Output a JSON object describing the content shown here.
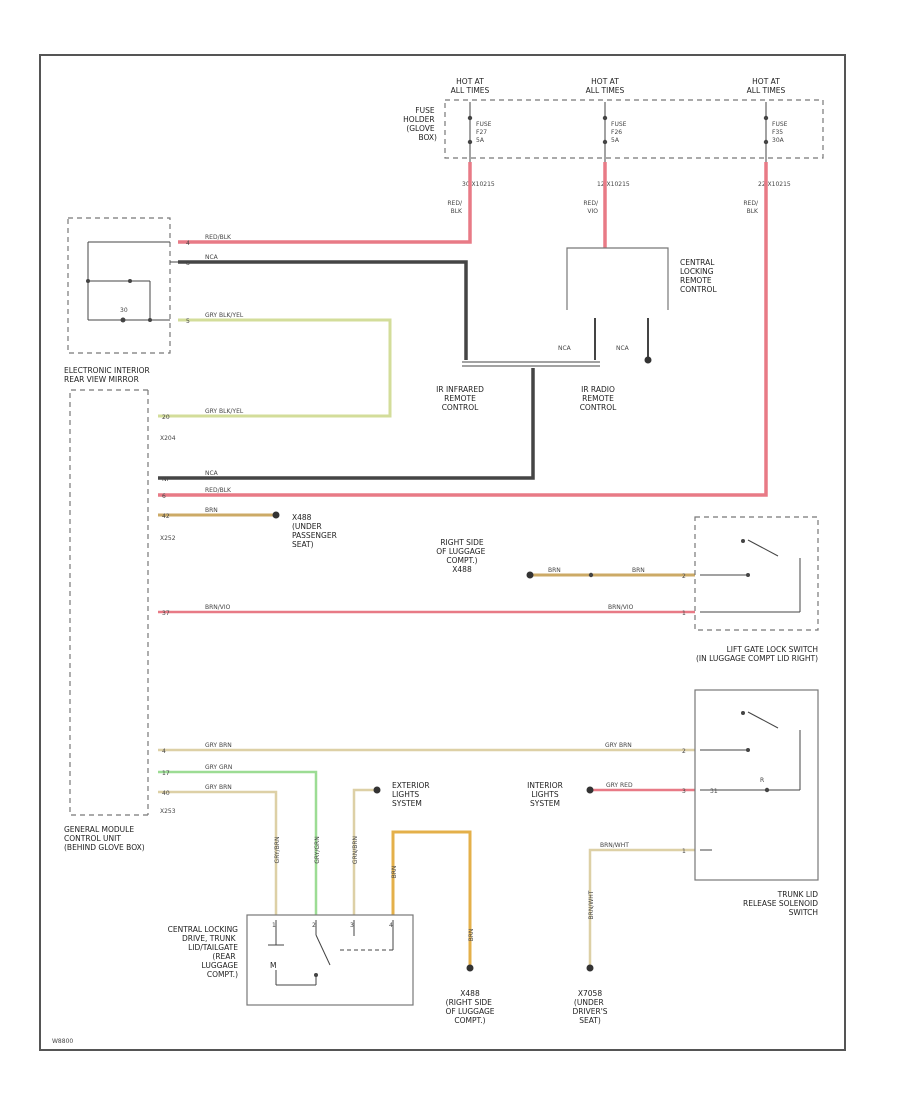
{
  "colors": {
    "red": "#e87a86",
    "black": "#454545",
    "green_yellow": "#d3dd9a",
    "brown": "#ccaa66",
    "grey_brown": "#ddd0a6",
    "green": "#9cdc94",
    "orange": "#e4b04a",
    "frame": "#555555"
  },
  "fuses": {
    "hot_1": [
      "HOT AT",
      "ALL TIMES"
    ],
    "hot_2": [
      "HOT AT",
      "ALL TIMES"
    ],
    "hot_3": [
      "HOT AT",
      "ALL TIMES"
    ],
    "holder_label": [
      "FUSE",
      "HOLDER",
      "(GLOVE",
      "BOX)"
    ],
    "fuse_1": [
      "FUSE",
      "F27",
      "5A"
    ],
    "fuse_2": [
      "FUSE",
      "F26",
      "5A"
    ],
    "fuse_3": [
      "FUSE",
      "F35",
      "30A"
    ],
    "pin_1": "30  X10215",
    "pin_2": "12  X10215",
    "pin_3": "22  X10215",
    "wire_1": [
      "RED/",
      "BLK"
    ],
    "wire_2": [
      "RED/",
      "VIO"
    ],
    "wire_3": [
      "RED/",
      "BLK"
    ]
  },
  "modules": {
    "mirror": [
      "ELECTRONIC INTERIOR",
      "REAR VIEW MIRROR"
    ],
    "remote_box": [
      "CENTRAL",
      "LOCKING",
      "REMOTE",
      "CONTROL"
    ],
    "infrared": [
      "IR INFRARED",
      "REMOTE",
      "CONTROL"
    ],
    "radio": [
      "IR RADIO",
      "REMOTE",
      "CONTROL"
    ],
    "gm": [
      "GENERAL MODULE",
      "CONTROL UNIT",
      "(BEHIND GLOVE BOX)"
    ],
    "liftgate_switch": [
      "LIFT GATE LOCK SWITCH",
      "(IN LUGGAGE COMPT LID RIGHT)"
    ],
    "trunk_solenoid": [
      "TRUNK LID",
      "RELEASE SOLENOID",
      "SWITCH"
    ],
    "cl_drive": [
      "CENTRAL LOCKING",
      "DRIVE, TRUNK",
      "LID/TAILGATE",
      "(REAR",
      "LUGGAGE",
      "COMPT.)"
    ],
    "nca_1": "NCA",
    "nca_2": "NCA",
    "m_label": "M"
  },
  "connectors": {
    "x204": "X204",
    "x252": "X252",
    "x253": "X253"
  },
  "grounds": {
    "x488_pass": [
      "X488",
      "(UNDER",
      "PASSENGER",
      "SEAT)"
    ],
    "right_side_upper": [
      "RIGHT SIDE",
      "OF LUGGAGE",
      "COMPT.)",
      "X488"
    ],
    "x488_bottom": [
      "X488",
      "(RIGHT SIDE",
      "OF LUGGAGE",
      "COMPT.)"
    ],
    "x7058": [
      "X7058",
      "(UNDER",
      "DRIVER'S",
      "SEAT)"
    ]
  },
  "systems": {
    "exterior": [
      "EXTERIOR",
      "LIGHTS",
      "SYSTEM"
    ],
    "interior": [
      "INTERIOR",
      "LIGHTS",
      "SYSTEM"
    ]
  },
  "wires": {
    "mirror_red": "RED/BLK",
    "mirror_nca": "NCA",
    "mirror_gybl": "GRY BLK/YEL",
    "gm_gybl": "GRY BLK/YEL",
    "gm_nca": "NCA",
    "gm_red": "RED/BLK",
    "gm_brn": "BRN",
    "gm_brnvio": "BRN/VIO",
    "liftgate_brn1": "BRN",
    "liftgate_brn2": "BRN",
    "liftgate_brnvio": "BRN/VIO",
    "trunk_grybrn": "GRY BRN",
    "gm_grybrn": "GRY BRN",
    "gm_grygrn": "GRY GRN",
    "gm_grybrn2": "GRY BRN",
    "trunk_gryred": "GRY RED",
    "trunk_brnwht": "BRN/WHT",
    "v_grybrn": "GRY/BRN",
    "v_grygrn": "GRY/GRN",
    "v_grnbrn": "GRN/BRN",
    "v_brn1": "BRN",
    "v_brn2": "BRN",
    "v_brnwht": "BRN/WHT"
  },
  "pins": {
    "m4": "4",
    "m8": "8",
    "m5": "5",
    "m20": "20",
    "g_np": "NP",
    "g_6": "6",
    "g_42": "42",
    "g_37": "37",
    "g_4": "4",
    "g_17": "17",
    "g_40": "40",
    "l_2": "2",
    "l_1": "1",
    "t_2": "2",
    "t_3": "3",
    "t_1": "1",
    "d_1": "1",
    "d_2": "2",
    "d_3": "3",
    "d_4": "4",
    "mir_30": "30",
    "t_ic": "R",
    "t_s": "31"
  },
  "corner_code": "W8800"
}
